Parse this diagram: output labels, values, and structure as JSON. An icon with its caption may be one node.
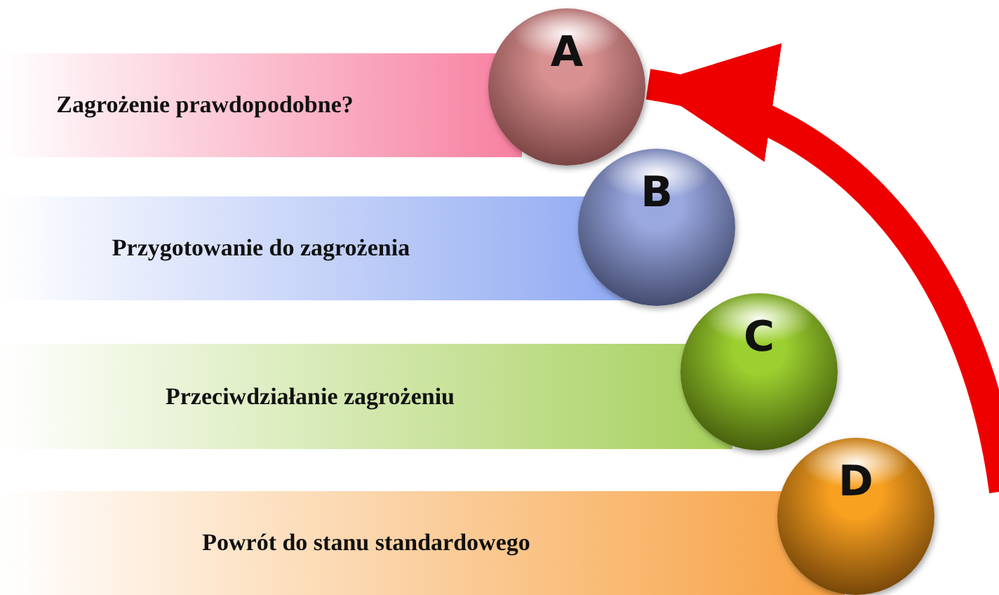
{
  "diagram": {
    "nodes": [
      {
        "text": [
          "Zagrożenie prawdopodobne?"
        ]
      },
      {
        "text": [
          "A"
        ]
      },
      {
        "text": [
          "Przygotowanie do zagrożenia"
        ]
      },
      {
        "text": [
          "B"
        ]
      },
      {
        "text": [
          "Przeciwdziałanie zagrożeniu"
        ]
      },
      {
        "text": [
          "C"
        ]
      },
      {
        "text": [
          "Powrót do stanu standardowego"
        ]
      },
      {
        "text": [
          "D"
        ]
      }
    ],
    "edges": [
      {
        "from": null,
        "to": 1,
        "arrow": "to"
      }
    ]
  }
}
